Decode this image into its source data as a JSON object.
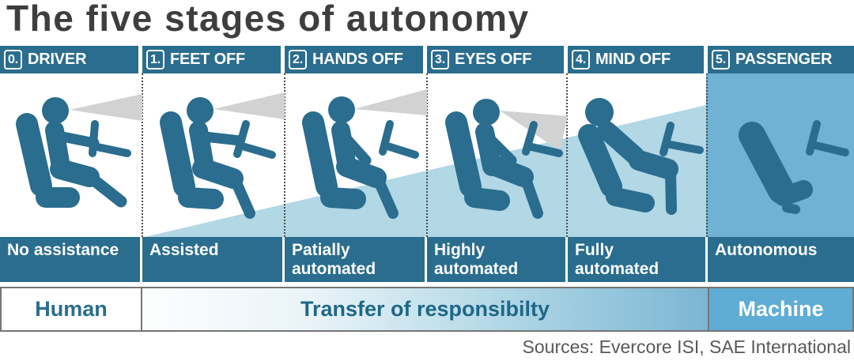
{
  "title": "The five stages of autonomy",
  "stages": [
    {
      "number": "0.",
      "header": "DRIVER",
      "label": "No assistance",
      "icon": "driver-hands-on-wheel-icon"
    },
    {
      "number": "1.",
      "header": "FEET OFF",
      "label": "Assisted",
      "icon": "driver-assisted-icon"
    },
    {
      "number": "2.",
      "header": "HANDS OFF",
      "label": "Patially automated",
      "icon": "driver-hands-off-icon"
    },
    {
      "number": "3.",
      "header": "EYES OFF",
      "label": "Highly automated",
      "icon": "driver-eyes-off-icon"
    },
    {
      "number": "4.",
      "header": "MIND OFF",
      "label": "Fully automated",
      "icon": "driver-reclined-icon"
    },
    {
      "number": "5.",
      "header": "PASSENGER",
      "label": "Autonomous",
      "icon": "empty-seat-icon"
    }
  ],
  "bottom_bar": {
    "left": "Human",
    "center": "Transfer of responsibilty",
    "right": "Machine"
  },
  "source": "Sources: Evercore ISI, SAE International",
  "colors": {
    "teal": "#2a6d8e",
    "wedge_blue": "#b2d7e5",
    "panel_blue": "#6fb2d4",
    "machine_blue": "#5fadd4",
    "gaze_cone_gray": "#d2d2d2",
    "title_gray": "#3e3e3e",
    "source_gray": "#58585a",
    "border_gray": "#757575"
  }
}
